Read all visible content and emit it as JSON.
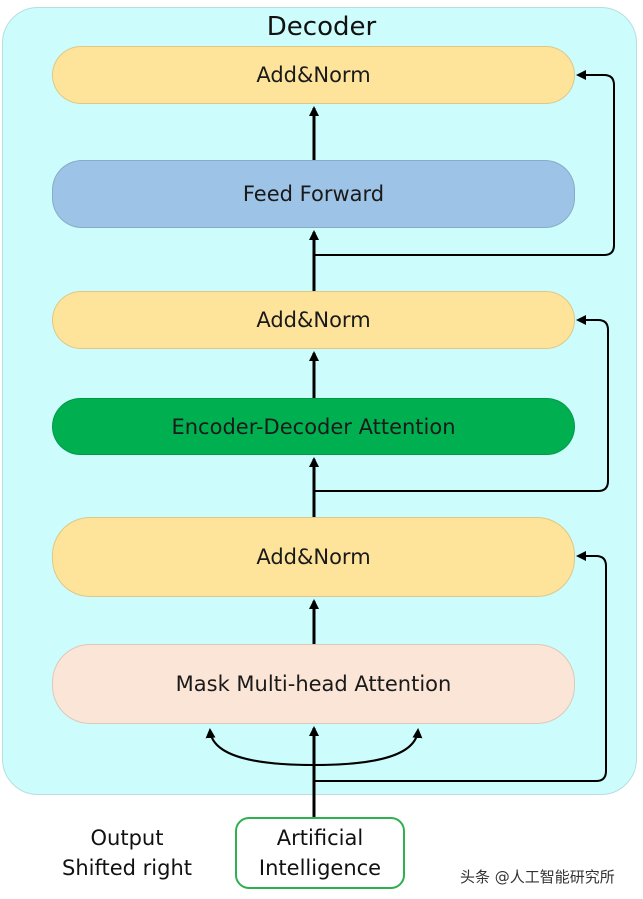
{
  "diagram": {
    "title": "Decoder",
    "blocks": {
      "add_norm_top": "Add&Norm",
      "feed_forward": "Feed Forward",
      "add_norm_mid": "Add&Norm",
      "encoder_decoder_attention": "Encoder-Decoder Attention",
      "add_norm_bottom": "Add&Norm",
      "mask_multihead_attention": "Mask Multi-head Attention"
    },
    "input_label": [
      "Output",
      "Shifted right"
    ],
    "input_box": [
      "Artificial",
      "Intelligence"
    ],
    "watermark": "头条 @人工智能研究所",
    "colors": {
      "container": "#ccfcfc",
      "add_norm": "#fde49a",
      "feed_forward": "#9dc3e6",
      "encoder_decoder_attention": "#00b050",
      "mask_attention": "#fbe5d6",
      "input_border": "#2eb04e"
    }
  }
}
